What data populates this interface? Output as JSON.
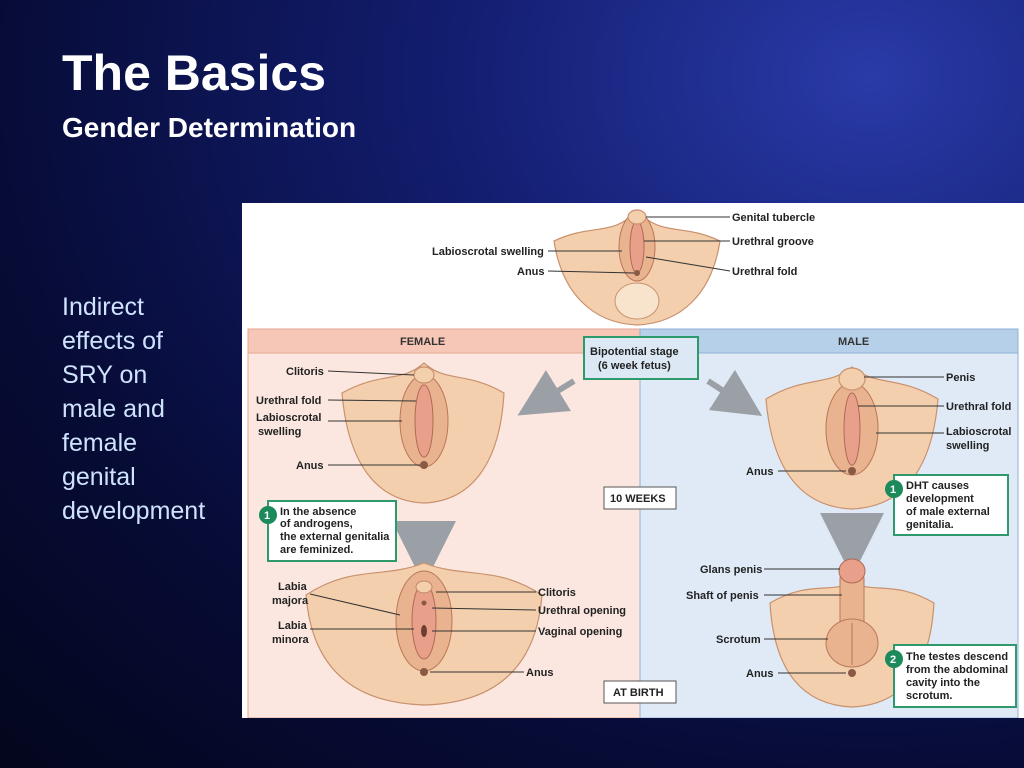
{
  "slide": {
    "title": "The Basics",
    "subtitle": "Gender Determination",
    "body": "Indirect\neffects of\nSRY on\nmale and\nfemale\ngenital\ndevelopment"
  },
  "figure": {
    "top_labels": {
      "genital_tubercle": "Genital tubercle",
      "urethral_groove": "Urethral groove",
      "urethral_fold": "Urethral fold",
      "labioscrotal_swelling": "Labioscrotal swelling",
      "anus": "Anus"
    },
    "female_header": "FEMALE",
    "male_header": "MALE",
    "bipotential": [
      "Bipotential stage",
      "(6 week fetus)"
    ],
    "ten_weeks": "10 WEEKS",
    "at_birth": "AT BIRTH",
    "female_10": {
      "clitoris": "Clitoris",
      "urethral_fold": "Urethral fold",
      "labioscrotal": [
        "Labioscrotal",
        "swelling"
      ],
      "anus": "Anus"
    },
    "female_note": {
      "number": "1",
      "lines": [
        "In the absence",
        "of androgens,",
        "the external genitalia",
        "are feminized."
      ]
    },
    "female_birth": {
      "labia_majora": [
        "Labia",
        "majora"
      ],
      "labia_minora": [
        "Labia",
        "minora"
      ],
      "clitoris": "Clitoris",
      "urethral_opening": "Urethral opening",
      "vaginal_opening": "Vaginal opening",
      "anus": "Anus"
    },
    "male_10": {
      "penis": "Penis",
      "urethral_fold": "Urethral fold",
      "labioscrotal": [
        "Labioscrotal",
        "swelling"
      ],
      "anus": "Anus"
    },
    "male_note1": {
      "number": "1",
      "lines": [
        "DHT causes",
        "development",
        "of male external",
        "genitalia."
      ]
    },
    "male_birth": {
      "glans_penis": "Glans penis",
      "shaft_of_penis": "Shaft of penis",
      "scrotum": "Scrotum",
      "anus": "Anus"
    },
    "male_note2": {
      "number": "2",
      "lines": [
        "The testes descend",
        "from the abdominal",
        "cavity into the",
        "scrotum."
      ]
    },
    "colors": {
      "female_panel": "#fbe7df",
      "female_header": "#f6c6b6",
      "male_panel": "#dfeaf6",
      "male_header": "#b7d0ea",
      "note_border": "#2e9a6c",
      "note_badge": "#1d8a5c",
      "skin": "#f4cfae"
    }
  }
}
